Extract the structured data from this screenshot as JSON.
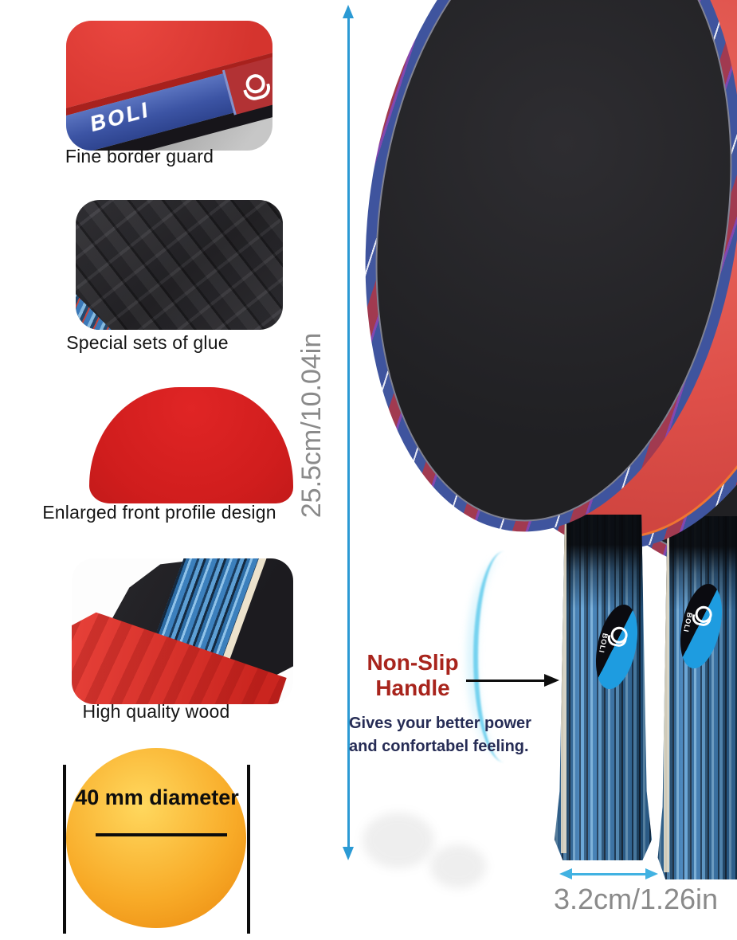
{
  "brand": {
    "logo_text": "BOLI"
  },
  "features": [
    {
      "caption": "Fine border guard"
    },
    {
      "caption": "Special sets of glue"
    },
    {
      "caption": "Enlarged front profile design"
    },
    {
      "caption": "High quality wood"
    }
  ],
  "ball": {
    "label": "40 mm diameter"
  },
  "measurements": {
    "blade_height": "25.5cm/10.04in",
    "handle_width": "3.2cm/1.26in"
  },
  "callout": {
    "title": "Non-Slip Handle",
    "desc_line1": "Gives your better power",
    "desc_line2": "and confortabel feeling."
  },
  "colors": {
    "arrow_blue": "#2b9ad4",
    "callout_red": "#a8241c",
    "desc_navy": "#262c55",
    "measure_gray": "#8a8a8a",
    "rubber_red": "#de4f49",
    "rubber_black": "#232226",
    "edge_tape_blue": "#3f549e",
    "handle_blue": "#3c80bd",
    "ball_orange": "#f8ab28"
  }
}
